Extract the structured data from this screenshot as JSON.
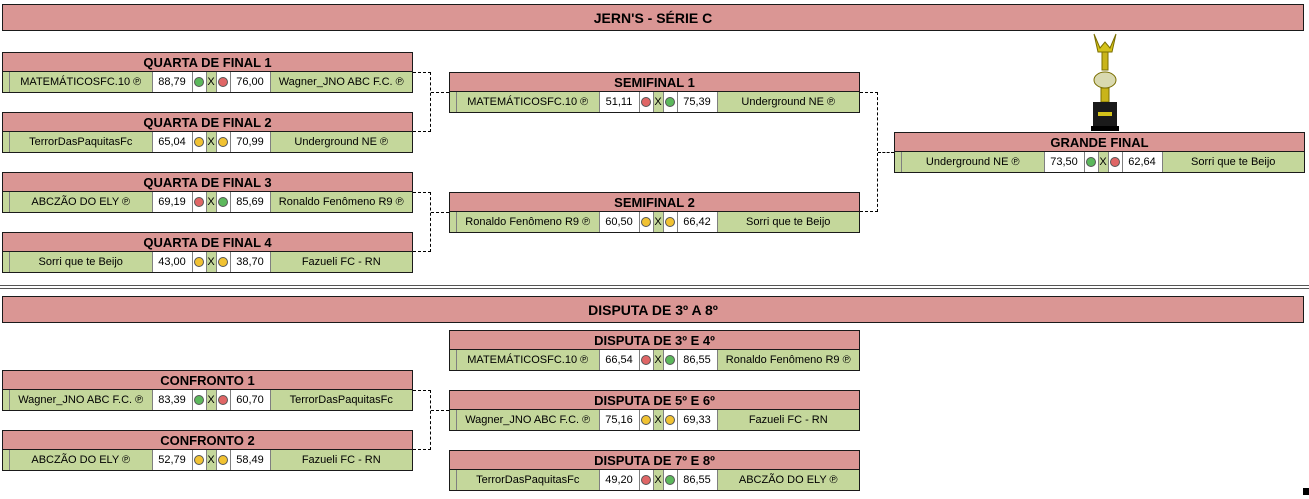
{
  "title": "JERN'S - SÉRIE C",
  "section2_title": "DISPUTA DE 3º A 8º",
  "matches": {
    "qf1": {
      "title": "QUARTA DE FINAL 1",
      "team1": "MATEMÁTICOSFC.10 ℗",
      "score1": "88,79",
      "team2": "Wagner_JNO ABC F.C. ℗",
      "score2": "76,00",
      "status1": "win",
      "status2": "lose"
    },
    "qf2": {
      "title": "QUARTA DE FINAL 2",
      "team1": "TerrorDasPaquitasFc",
      "score1": "65,04",
      "team2": "Underground NE ℗",
      "score2": "70,99",
      "status1": "tie",
      "status2": "tie"
    },
    "qf3": {
      "title": "QUARTA DE FINAL 3",
      "team1": "ABCZÃO DO ELY ℗",
      "score1": "69,19",
      "team2": "Ronaldo Fenômeno R9 ℗",
      "score2": "85,69",
      "status1": "lose",
      "status2": "win"
    },
    "qf4": {
      "title": "QUARTA DE FINAL 4",
      "team1": "Sorri que te Beijo",
      "score1": "43,00",
      "team2": "Fazueli FC - RN",
      "score2": "38,70",
      "status1": "tie",
      "status2": "tie"
    },
    "sf1": {
      "title": "SEMIFINAL 1",
      "team1": "MATEMÁTICOSFC.10 ℗",
      "score1": "51,11",
      "team2": "Underground NE ℗",
      "score2": "75,39",
      "status1": "lose",
      "status2": "win"
    },
    "sf2": {
      "title": "SEMIFINAL 2",
      "team1": "Ronaldo Fenômeno R9 ℗",
      "score1": "60,50",
      "team2": "Sorri que te Beijo",
      "score2": "66,42",
      "status1": "tie",
      "status2": "tie"
    },
    "final": {
      "title": "GRANDE FINAL",
      "team1": "Underground NE ℗",
      "score1": "73,50",
      "team2": "Sorri que te Beijo",
      "score2": "62,64",
      "status1": "win",
      "status2": "lose"
    },
    "d34": {
      "title": "DISPUTA DE 3º E 4º",
      "team1": "MATEMÁTICOSFC.10 ℗",
      "score1": "66,54",
      "team2": "Ronaldo Fenômeno R9 ℗",
      "score2": "86,55",
      "status1": "lose",
      "status2": "win"
    },
    "c1": {
      "title": "CONFRONTO 1",
      "team1": "Wagner_JNO ABC F.C. ℗",
      "score1": "83,39",
      "team2": "TerrorDasPaquitasFc",
      "score2": "60,70",
      "status1": "win",
      "status2": "lose"
    },
    "d56": {
      "title": "DISPUTA DE 5º E 6º",
      "team1": "Wagner_JNO ABC F.C. ℗",
      "score1": "75,16",
      "team2": "Fazueli FC - RN",
      "score2": "69,33",
      "status1": "tie",
      "status2": "tie"
    },
    "c2": {
      "title": "CONFRONTO 2",
      "team1": "ABCZÃO DO ELY ℗",
      "score1": "52,79",
      "team2": "Fazueli FC - RN",
      "score2": "58,49",
      "status1": "tie",
      "status2": "tie"
    },
    "d78": {
      "title": "DISPUTA DE 7º E 8º",
      "team1": "TerrorDasPaquitasFc",
      "score1": "49,20",
      "team2": "ABCZÃO DO ELY ℗",
      "score2": "86,55",
      "status1": "lose",
      "status2": "win"
    }
  },
  "vs": "X",
  "colors": {
    "header": "#da9694",
    "team_cell": "#c4d79b",
    "win": "#5cb85c",
    "lose": "#e06666",
    "tie": "#f1c232"
  },
  "icons": {
    "trophy": "trophy-icon",
    "status": "status-dot-icon"
  }
}
